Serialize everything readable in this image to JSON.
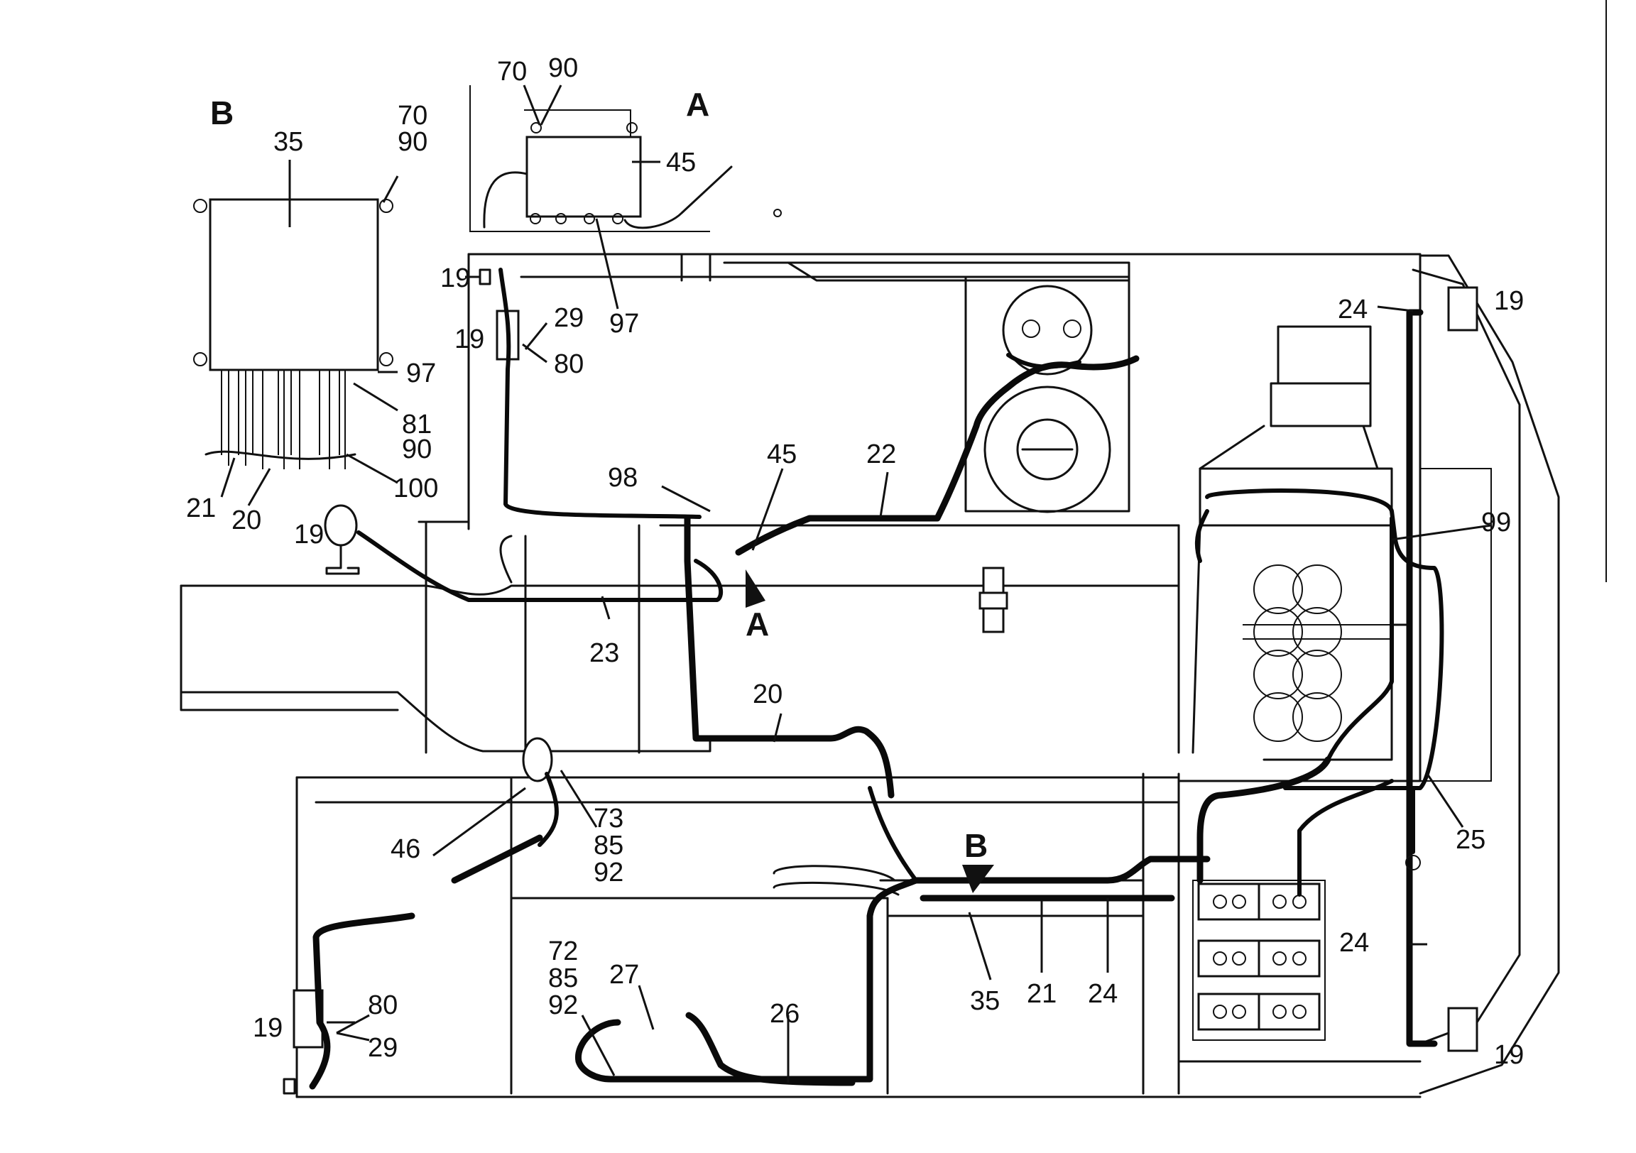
{
  "views": {
    "A": "A",
    "B": "B"
  },
  "labels": {
    "inset_b": {
      "n35": "35",
      "n70": "70",
      "n90a": "90",
      "n97": "97",
      "n81": "81",
      "n90b": "90",
      "n100": "100",
      "n21": "21",
      "n20": "20"
    },
    "inset_a": {
      "n70": "70",
      "n90": "90",
      "n45": "45",
      "n97": "97"
    },
    "main": {
      "n19_tl": "19",
      "n19_lamp": "19",
      "n29_top": "29",
      "n80_top": "80",
      "n19_left": "19",
      "n98": "98",
      "n45": "45",
      "n22": "22",
      "n23": "23",
      "n20": "20",
      "n24_top": "24",
      "n19_tr": "19",
      "n99": "99",
      "n25": "25",
      "n46": "46",
      "n73": "73",
      "n85a": "85",
      "n92a": "92",
      "n80_bot": "80",
      "n19_bl": "19",
      "n29_bot": "29",
      "n72": "72",
      "n85b": "85",
      "n92b": "92",
      "n27": "27",
      "n26": "26",
      "n35": "35",
      "n21": "21",
      "n24_mid": "24",
      "n24_right": "24",
      "n19_br": "19"
    }
  }
}
